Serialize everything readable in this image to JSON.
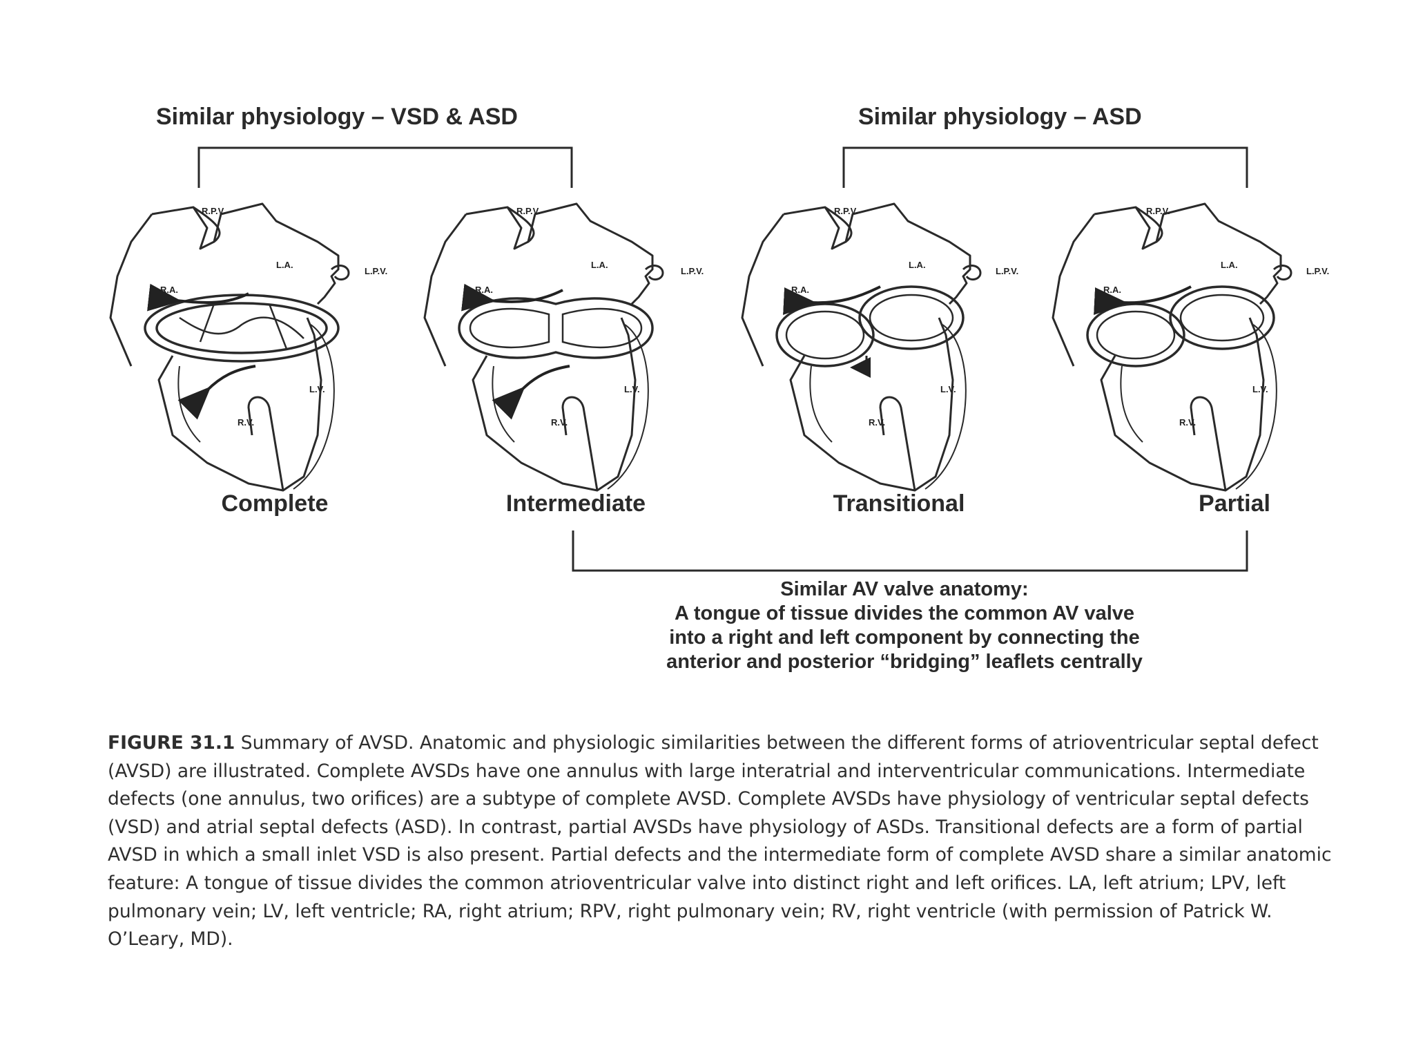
{
  "headers": {
    "left": "Similar physiology – VSD & ASD",
    "right": "Similar physiology – ASD"
  },
  "hearts": [
    {
      "label": "Complete",
      "rpv": "R.P.V.",
      "lpv": "L.P.V.",
      "la": "L.A.",
      "ra": "R.A.",
      "lv": "L.V.",
      "rv": "R.V."
    },
    {
      "label": "Intermediate",
      "rpv": "R.P.V.",
      "lpv": "L.P.V.",
      "la": "L.A.",
      "ra": "R.A.",
      "lv": "L.V.",
      "rv": "R.V."
    },
    {
      "label": "Transitional",
      "rpv": "R.P.V.",
      "lpv": "L.P.V.",
      "la": "L.A.",
      "ra": "R.A.",
      "lv": "L.V.",
      "rv": "R.V."
    },
    {
      "label": "Partial",
      "rpv": "R.P.V.",
      "lpv": "L.P.V.",
      "la": "L.A.",
      "ra": "R.A.",
      "lv": "L.V.",
      "rv": "R.V."
    }
  ],
  "valve_note": {
    "line1": "Similar AV valve anatomy:",
    "line2": "A tongue of tissue divides the common AV valve",
    "line3": "into a right and left component by connecting the",
    "line4": "anterior and posterior “bridging” leaflets centrally"
  },
  "caption": {
    "figure_label": "FIGURE 31.1",
    "text": "Summary of AVSD. Anatomic and physiologic similarities between the different forms of atrioventricular septal defect (AVSD) are illustrated. Complete AVSDs have one annulus with large interatrial and interventricular communications. Intermediate defects (one annulus, two orifices) are a subtype of complete AVSD. Complete AVSDs have physiology of ventricular septal defects (VSD) and atrial septal defects (ASD). In contrast, partial AVSDs have physiology of ASDs. Transitional defects are a form of partial AVSD in which a small inlet VSD is also present. Partial defects and the intermediate form of complete AVSD share a similar anatomic feature: A tongue of tissue divides the common atrioventricular valve into distinct right and left orifices. LA, left atrium; LPV, left pulmonary vein; LV, left ventricle; RA, right atrium; RPV, right pulmonary vein; RV, right ventricle (with permission of Patrick W. O’Leary, MD)."
  }
}
